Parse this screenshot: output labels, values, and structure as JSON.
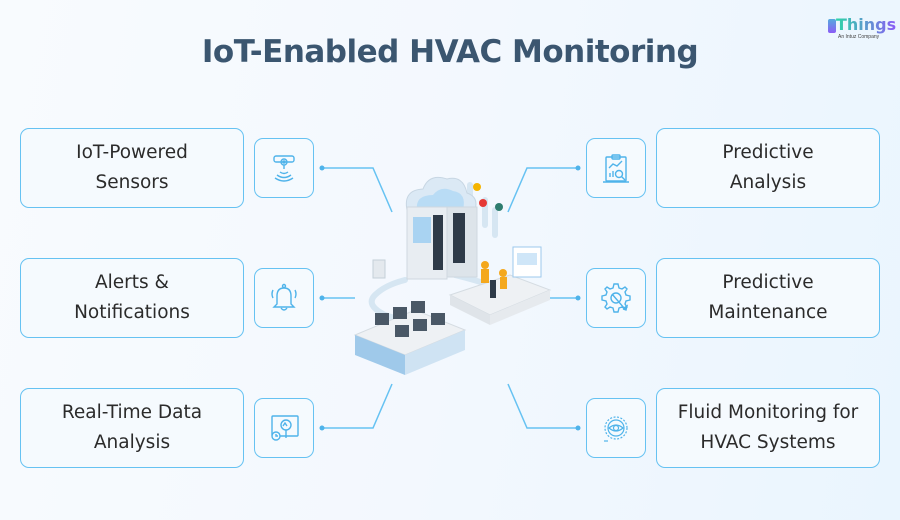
{
  "header": {
    "title": "IoT-Enabled HVAC Monitoring"
  },
  "logo": {
    "brand": "Things",
    "prefix": "mu",
    "tagline": "An Intuz Company"
  },
  "colors": {
    "accent": "#66c2f2",
    "title": "#3b5670",
    "text": "#2b2b2b",
    "background": "#f3f8fe"
  },
  "left_items": [
    {
      "line1": "IoT-Powered",
      "line2": "Sensors",
      "icon": "sensor-icon"
    },
    {
      "line1": "Alerts &",
      "line2": "Notifications",
      "icon": "bell-icon"
    },
    {
      "line1": "Real-Time Data",
      "line2": "Analysis",
      "icon": "data-analysis-icon"
    }
  ],
  "right_items": [
    {
      "line1": "Predictive",
      "line2": "Analysis",
      "icon": "clipboard-chart-icon"
    },
    {
      "line1": "Predictive",
      "line2": "Maintenance",
      "icon": "gear-wrench-icon"
    },
    {
      "line1": "Fluid Monitoring for",
      "line2": "HVAC Systems",
      "icon": "eye-gauge-icon"
    }
  ],
  "center": {
    "illustration": "cloud-servers-hvac-office-illustration"
  }
}
